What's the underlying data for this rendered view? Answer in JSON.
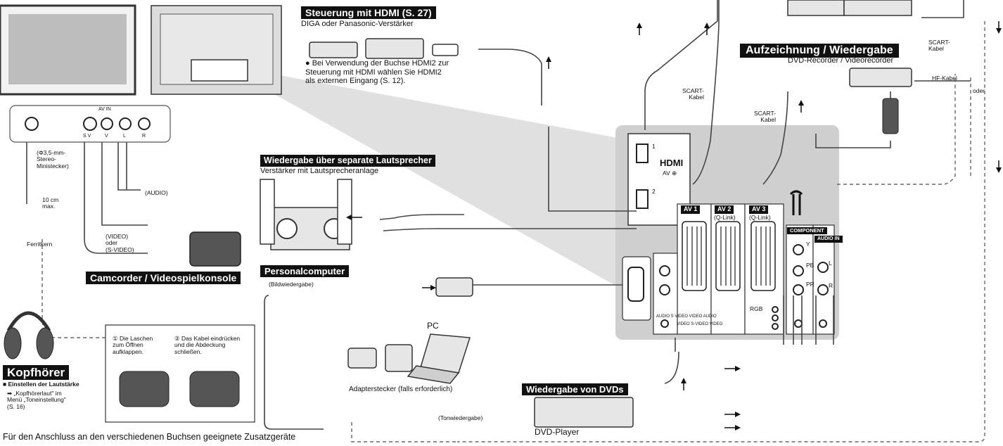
{
  "sections": {
    "hdmi_control": {
      "title": "Steuerung mit HDMI (S. 27)",
      "devices": "DIGA oder Panasonic-Verstärker",
      "note": "● Bei Verwendung der Buchse HDMI2 zur\nSteuerung mit HDMI wählen Sie HDMI2\nals externen Eingang (S. 12)."
    },
    "recording": {
      "title": "Aufzeichnung / Wiedergabe",
      "devices": "DVD-Recorder / Videorecorder",
      "scart_cable_right": "SCART-\nKabel",
      "rf_cable": "HF-Kabel",
      "or": "oder"
    },
    "speakers": {
      "title": "Wiedergabe über separate Lautsprecher",
      "devices": "Verstärker mit Lautsprecheranlage"
    },
    "pc": {
      "title": "Personalcomputer",
      "image_signal": "(Bildwiedergabe)",
      "pc_label": "PC",
      "adapter": "Adapterstecker (falls erforderlich)",
      "sound_signal": "(Tonwiedergabe)"
    },
    "camcorder": {
      "title": "Camcorder / Videospielkonsole",
      "audio": "(AUDIO)",
      "video": "(VIDEO)\noder\n(S-VIDEO)"
    },
    "headphones": {
      "title": "Kopfhörer",
      "volume_heading": "■ Einstellen der Lautstärke",
      "volume_text": "➡ „Kopfhörerlaut\" im\nMenü „Toneinstellung\"\n(S. 16)",
      "stereo_plug": "(Φ3,5-mm-\nStereo-\nMinistecker)",
      "length": "10 cm\nmax.",
      "ferrite": "Ferritkern"
    },
    "ferrite_steps": {
      "step1": "① Die Laschen\nzum Öffnen\naufklappen.",
      "step2": "② Das Kabel eindrücken\nund die Abdeckung\nschließen."
    },
    "dvd": {
      "title": "Wiedergabe von DVDs",
      "player": "DVD-Player"
    },
    "scart_cables": {
      "left": "SCART-\nKabel",
      "middle": "SCART-\nKabel"
    },
    "panel": {
      "hdmi_logo": "HDMI",
      "hdmi_av": "AV ⊕",
      "hdmi_1": "1",
      "hdmi_2": "2",
      "av1": "AV 1",
      "av2": "AV 2",
      "av3": "AV 3",
      "qlink_a": "(Q-Link)",
      "qlink_b": "(Q-Link)",
      "component": "COMPONENT",
      "audio_in": "AUDIO\nIN",
      "y": "Y",
      "pb": "PB",
      "pr": "PR",
      "l": "L",
      "r": "R",
      "rgb": "RGB",
      "audio_out_row": "AUDIO  S VIDEO  VIDEO AUDIO",
      "video_row": "VIDEO  S-VIDEO  VIDEO"
    },
    "side_panel": {
      "av_label": "AV IN",
      "sv": "S V",
      "v": "V",
      "l": "L",
      "r": "R"
    },
    "footer": "Für den Anschluss an den verschiedenen Buchsen geeignete Zusatzgeräte"
  }
}
